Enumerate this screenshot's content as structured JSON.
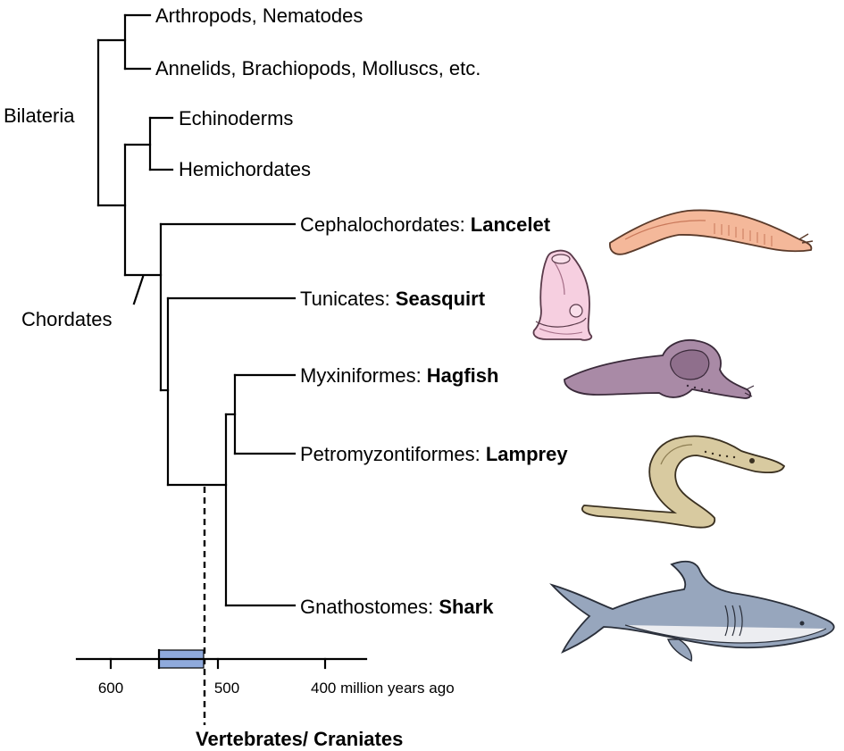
{
  "groups": {
    "bilateria": "Bilateria",
    "chordates": "Chordates",
    "vertebrates": "Vertebrates/ Craniates"
  },
  "leaves": [
    {
      "name": "Arthropods, Nematodes",
      "example": ""
    },
    {
      "name": "Annelids, Brachiopods, Molluscs, etc.",
      "example": ""
    },
    {
      "name": "Echinoderms",
      "example": ""
    },
    {
      "name": "Hemichordates",
      "example": ""
    },
    {
      "name": "Cephalochordates: ",
      "example": "Lancelet"
    },
    {
      "name": "Tunicates: ",
      "example": "Seasquirt"
    },
    {
      "name": "Myxiniformes: ",
      "example": "Hagfish"
    },
    {
      "name": "Petromyzontiformes: ",
      "example": "Lamprey"
    },
    {
      "name": "Gnathostomes: ",
      "example": "Shark"
    }
  ],
  "timescale": {
    "ticks": [
      "600",
      "500",
      "400 million years ago"
    ],
    "range_highlight_mya": [
      560,
      520
    ],
    "vertebrate_origin_mya": 520,
    "highlight_color": "#8faadc"
  },
  "illustrations": {
    "lancelet": "lancelet-illustration",
    "seasquirt": "seasquirt-illustration",
    "hagfish": "hagfish-illustration",
    "lamprey": "lamprey-illustration",
    "shark": "shark-illustration"
  },
  "colors": {
    "lancelet": "#f4b89a",
    "seasquirt": "#f6cfe0",
    "hagfish": "#a98aa6",
    "lamprey": "#d8caa0",
    "shark": "#97a6bd"
  }
}
